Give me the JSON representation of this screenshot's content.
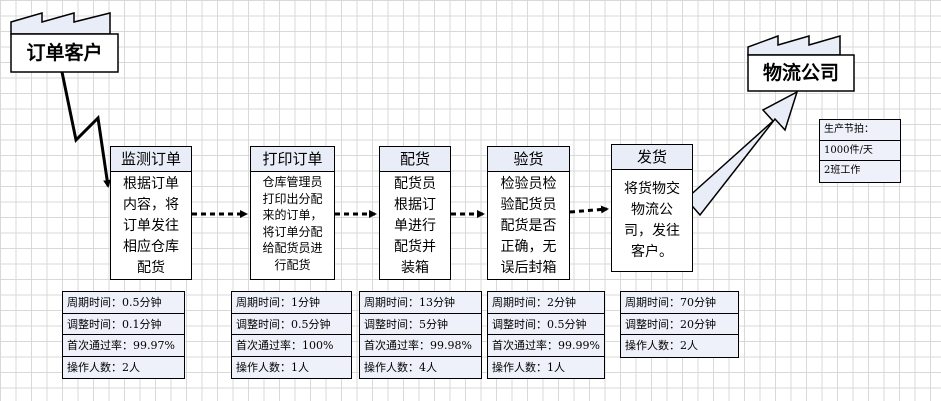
{
  "customer": {
    "label": "订单客户"
  },
  "logistics": {
    "label": "物流公司"
  },
  "takt": {
    "rows": [
      "生产节拍：",
      "1000件/天",
      "2班工作"
    ]
  },
  "processes": [
    {
      "title": "监测订单",
      "lines": [
        "根据订单",
        "内容，将",
        "订单发往",
        "相应仓库",
        "配货"
      ],
      "info": [
        "周期时间：0.5分钟",
        "调整时间：0.1分钟",
        "首次通过率：99.97%",
        "操作人数：2人"
      ]
    },
    {
      "title": "打印订单",
      "lines": [
        "仓库管理员",
        "打印出分配",
        "来的订单，",
        "将订单分配",
        "给配货员进",
        "行配货"
      ],
      "info": [
        "周期时间：1分钟",
        "调整时间：0.5分钟",
        "首次通过率：100%",
        "操作人数：1人"
      ]
    },
    {
      "title": "配货",
      "lines": [
        "配货员",
        "根据订",
        "单进行",
        "配货并",
        "装箱"
      ],
      "info": [
        "周期时间：13分钟",
        "调整时间：5分钟",
        "首次通过率：99.98%",
        "操作人数：4人"
      ]
    },
    {
      "title": "验货",
      "lines": [
        "检验员检",
        "验配货员",
        "配货是否",
        "正确，无",
        "误后封箱"
      ],
      "info": [
        "周期时间：2分钟",
        "调整时间：0.5分钟",
        "首次通过率：99.99%",
        "操作人数：1人"
      ]
    },
    {
      "title": "发货",
      "lines": [
        "将货物交",
        "物流公",
        "司，发往",
        "客户。"
      ],
      "info": [
        "周期时间：70分钟",
        "调整时间：20分钟",
        "操作人数：2人"
      ]
    }
  ]
}
